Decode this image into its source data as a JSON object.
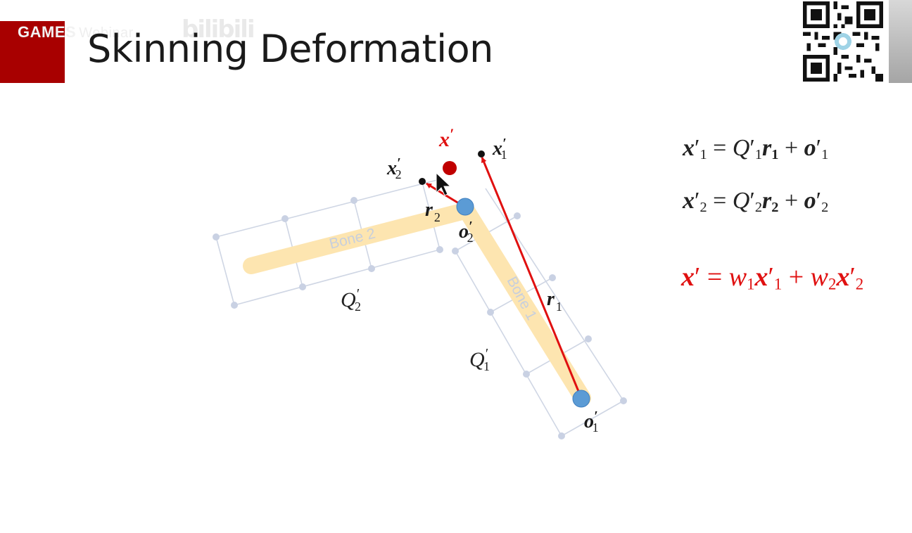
{
  "header": {
    "title": "Skinning Deformation",
    "logo_text": "GAMES",
    "logo_text_faint": "Webinar",
    "watermark": "bilibili"
  },
  "colors": {
    "accent_block": "#a80000",
    "bone_fill": "#fde5b0",
    "grid_line": "#cfd6e4",
    "grid_point": "#c9d1e3",
    "origin_point": "#5b9bd5",
    "vector": "#e01010",
    "result_point": "#c00000",
    "equation_result": "#e01010"
  },
  "diagram": {
    "labels": {
      "bone1": "Bone 1",
      "bone2": "Bone 2",
      "q1": "Q'1",
      "q2": "Q'2",
      "r1": "r1",
      "r2": "r2",
      "o1": "o'1",
      "o2": "o'2",
      "x1": "x'1",
      "x2": "x'2",
      "x_result": "x'"
    }
  },
  "equations": {
    "eq1": "x'1 = Q'1 r1 + o'1",
    "eq2": "x'2 = Q'2 r2 + o'2",
    "eq3": "x' = w1 x'1 + w2 x'2"
  },
  "icons": [
    "qr-code-icon",
    "mouse-cursor-icon"
  ]
}
